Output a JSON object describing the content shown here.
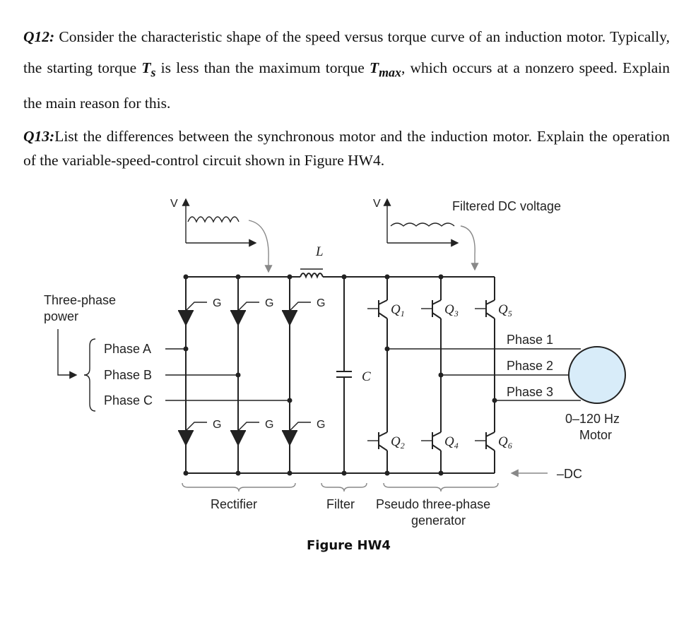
{
  "q12": {
    "label": "Q12:",
    "t1": " Consider the characteristic shape of the speed versus torque curve of an induction motor. Typically, the starting torque ",
    "ts_main": "T",
    "ts_sub": "s",
    "t2": " is less than the maximum torque ",
    "tmax_main": "T",
    "tmax_sub": "max",
    "t3": ", which occurs at a nonzero speed. Explain the main reason for this."
  },
  "q13": {
    "label": "Q13:",
    "text": "List the differences between the synchronous motor and the induction motor. Explain the operation of the variable-speed-control circuit shown in Figure HW4."
  },
  "figure": {
    "caption": "Figure HW4",
    "v_axis_1": "V",
    "v_axis_2": "V",
    "filtered_dc": "Filtered DC voltage",
    "inductor": "L",
    "capacitor": "C",
    "gate": "G",
    "three_phase_power_1": "Three-phase",
    "three_phase_power_2": "power",
    "phase_a": "Phase A",
    "phase_b": "Phase B",
    "phase_c": "Phase C",
    "phase_1": "Phase 1",
    "phase_2": "Phase 2",
    "phase_3": "Phase 3",
    "motor_1": "0–120 Hz",
    "motor_2": "Motor",
    "neg_dc": "–DC",
    "rectifier": "Rectifier",
    "filter": "Filter",
    "generator_1": "Pseudo three-phase",
    "generator_2": "generator",
    "q": "Q",
    "q1": "1",
    "q2": "2",
    "q3": "3",
    "q4": "4",
    "q5": "5",
    "q6": "6"
  }
}
